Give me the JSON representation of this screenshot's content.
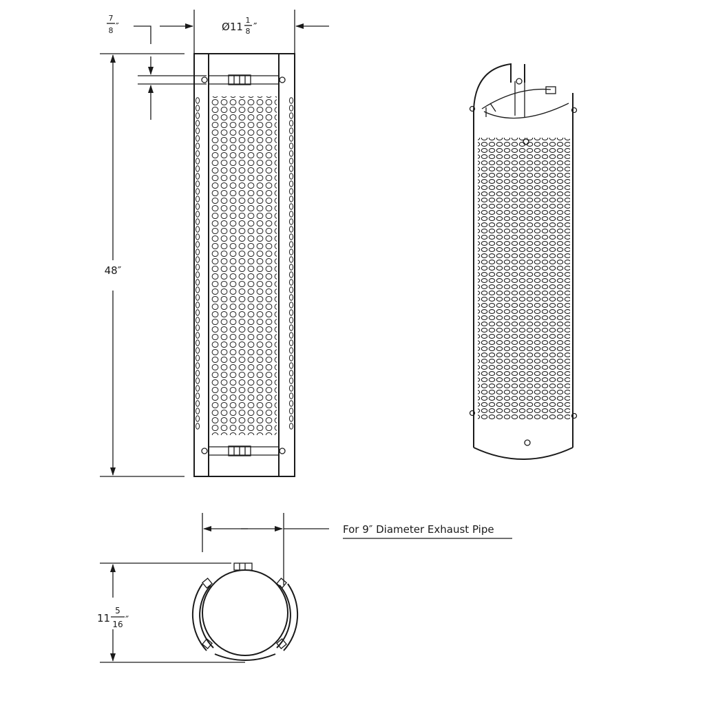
{
  "dimensions": {
    "top_gap": {
      "whole": "",
      "num": "7",
      "den": "8",
      "unit": "″"
    },
    "diameter": {
      "prefix": "Ø",
      "whole": "11",
      "num": "1",
      "den": "8",
      "unit": "″"
    },
    "height": {
      "text": "48″"
    },
    "end_view": {
      "whole": "11",
      "num": "5",
      "den": "16",
      "unit": "″"
    }
  },
  "note": {
    "text": "For 9″ Diameter Exhaust Pipe"
  },
  "colors": {
    "line": "#1a1a1a",
    "background": "#ffffff"
  }
}
